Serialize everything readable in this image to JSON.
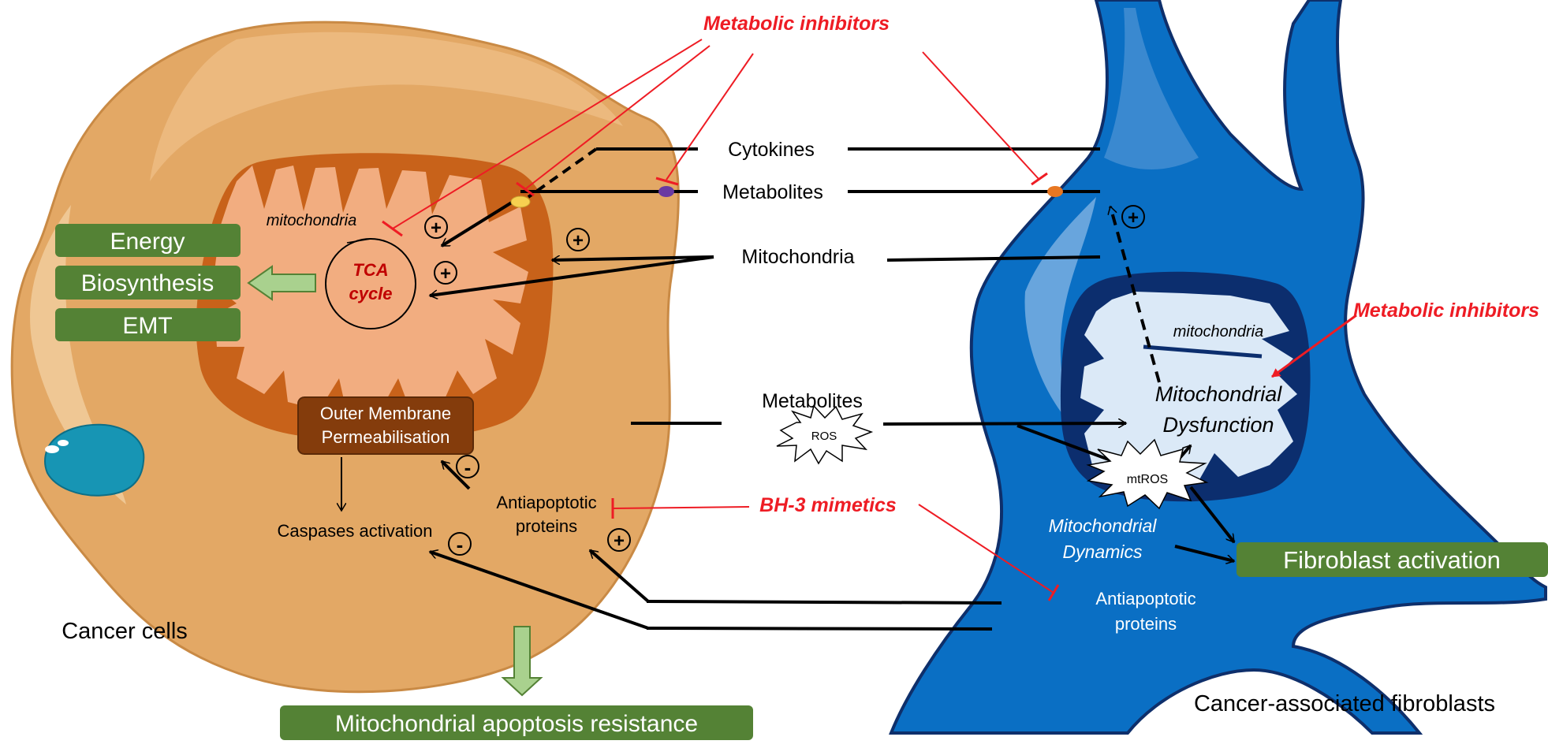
{
  "labels": {
    "metabolic_inhibitors_top": "Metabolic inhibitors",
    "metabolic_inhibitors_right": "Metabolic inhibitors",
    "bh3_mimetics": "BH-3 mimetics",
    "cytokines": "Cytokines",
    "metabolites_top": "Metabolites",
    "mitochondria_flow": "Mitochondria",
    "metabolites_mid": "Metabolites",
    "ros": "ROS",
    "mito_left": "mitochondria",
    "tca_line1": "TCA",
    "tca_line2": "cycle",
    "energy": "Energy",
    "biosynthesis": "Biosynthesis",
    "emt": "EMT",
    "omp_line1": "Outer Membrane",
    "omp_line2": "Permeabilisation",
    "caspases": "Caspases activation",
    "antiapoptotic_left_1": "Antiapoptotic",
    "antiapoptotic_left_2": "proteins",
    "cancer_cells": "Cancer cells",
    "apoptosis_resistance": "Mitochondrial apoptosis resistance",
    "mito_right": "mitochondria",
    "mito_dysfunction_1": "Mitochondrial",
    "mito_dysfunction_2": "Dysfunction",
    "mtros": "mtROS",
    "mito_dynamics_1": "Mitochondrial",
    "mito_dynamics_2": "Dynamics",
    "fibroblast_activation": "Fibroblast activation",
    "antiapoptotic_right_1": "Antiapoptotic",
    "antiapoptotic_right_2": "proteins",
    "cafs": "Cancer-associated fibroblasts",
    "plus": "+",
    "minus": "-"
  },
  "colors": {
    "cell_body": "#e3a865",
    "cell_edge": "#c98a45",
    "mito_outer": "#c8621a",
    "mito_inner": "#f2ad80",
    "fibroblast": "#0a6fc4",
    "fibroblast_dark": "#0c2e6e",
    "fibroblast_light": "#dbe9f7",
    "green_box": "#548235",
    "brown_box": "#843c0c",
    "inhibitor_red": "#ee1c24",
    "nucleus": "#1795b4"
  }
}
